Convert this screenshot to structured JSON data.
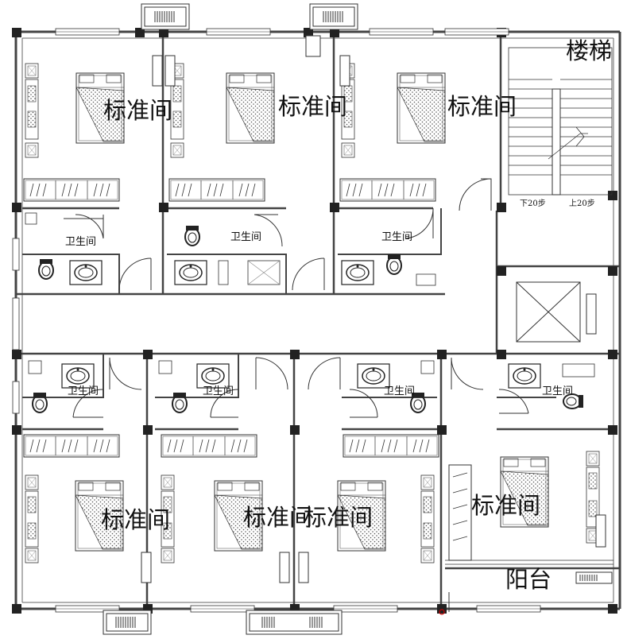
{
  "labels": {
    "stairs": "楼梯",
    "balcony": "阳台",
    "stair_down": "下20步",
    "stair_up": "上20步",
    "rooms": {
      "top_1": "标准间",
      "top_2": "标准间",
      "top_3": "标准间",
      "bottom_1": "标准间",
      "bottom_2": "标准间",
      "bottom_3": "标准间",
      "bottom_4": "标准间"
    },
    "bathrooms": {
      "top_1": "卫生间",
      "top_2": "卫生间",
      "top_3": "卫生间",
      "bottom_1": "卫生间",
      "bottom_2": "卫生间",
      "bottom_3": "卫生间",
      "bottom_4": "卫生间"
    }
  },
  "colors": {
    "wall": "#444444",
    "line": "#333333",
    "column": "#222222",
    "background": "#ffffff"
  }
}
